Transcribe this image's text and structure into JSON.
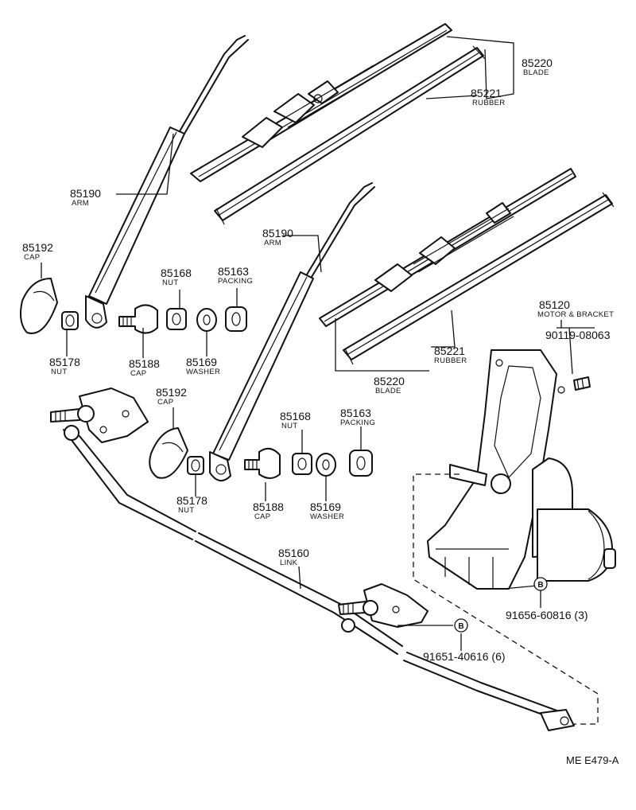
{
  "labels": {
    "l85220_top": {
      "num": "85220",
      "name": "BLADE"
    },
    "l85221_top": {
      "num": "85221",
      "name": "RUBBER"
    },
    "l85190_top": {
      "num": "85190",
      "name": "ARM"
    },
    "l85192_top": {
      "num": "85192",
      "name": "CAP"
    },
    "l85168_top": {
      "num": "85168",
      "name": "NUT"
    },
    "l85163_top": {
      "num": "85163",
      "name": "PACKING"
    },
    "l85178_top": {
      "num": "85178",
      "name": "NUT"
    },
    "l85188_top": {
      "num": "85188",
      "name": "CAP"
    },
    "l85169_top": {
      "num": "85169",
      "name": "WASHER"
    },
    "l85190_mid": {
      "num": "85190",
      "name": "ARM"
    },
    "l85120": {
      "num": "85120",
      "name": "MOTOR & BRACKET"
    },
    "l90119": {
      "num": "90119-08063",
      "name": ""
    },
    "l85221_mid": {
      "num": "85221",
      "name": "RUBBER"
    },
    "l85220_mid": {
      "num": "85220",
      "name": "BLADE"
    },
    "l85192_mid": {
      "num": "85192",
      "name": "CAP"
    },
    "l85168_mid": {
      "num": "85168",
      "name": "NUT"
    },
    "l85163_mid": {
      "num": "85163",
      "name": "PACKING"
    },
    "l85178_mid": {
      "num": "85178",
      "name": "NUT"
    },
    "l85188_mid": {
      "num": "85188",
      "name": "CAP"
    },
    "l85169_mid": {
      "num": "85169",
      "name": "WASHER"
    },
    "l85160": {
      "num": "85160",
      "name": "LINK"
    },
    "l91656": {
      "num": "91656-60816 (3)",
      "name": ""
    },
    "l91651": {
      "num": "91651-40616 (6)",
      "name": ""
    }
  },
  "markers": {
    "b1": "B",
    "b2": "B"
  },
  "reference": "ME E479-A"
}
